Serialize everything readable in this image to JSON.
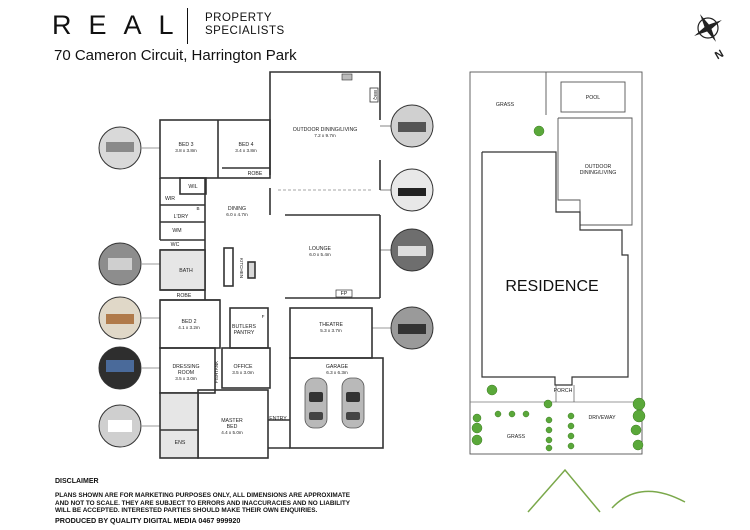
{
  "brand": {
    "name": "REAL",
    "sub_line1": "PROPERTY",
    "sub_line2": "SPECIALISTS"
  },
  "address": "70 Cameron Circuit, Harrington Park",
  "compass_label": "N",
  "floorplan_rooms": {
    "bed3": {
      "name": "BED 3",
      "size": "3.8 x 3.8m"
    },
    "bed4": {
      "name": "BED 4",
      "size": "3.4 x 3.8m"
    },
    "outdoor": {
      "name": "OUTDOOR DINING/LIVING",
      "size": "7.2 x 9.7m"
    },
    "bbq": "BBQ",
    "robe_bed4": "ROBE",
    "wil": "WIL",
    "wir": "WIR",
    "dining": {
      "name": "DINING",
      "size": "6.0 x 4.7m"
    },
    "lory": "L'DRY",
    "b": "B",
    "wm": "WM",
    "wc": "WC",
    "lounge": {
      "name": "LOUNGE",
      "size": "6.0 x 5.4m"
    },
    "kitchen": "KITCHEN",
    "bath": "BATH",
    "robe_bed2": "ROBE",
    "fp": "FP",
    "bed2": {
      "name": "BED 2",
      "size": "4.1 x 3.2m"
    },
    "butlers_line1": "BUTLERS",
    "butlers_line2": "PANTRY",
    "f": "F",
    "theatre": {
      "name": "THEATRE",
      "size": "5.3 x 3.7m"
    },
    "dressing_line1": "DRESSING",
    "dressing_line2": "ROOM",
    "dressing_size": "3.5 x 3.0m",
    "fishtank": "FISHTANK",
    "office": {
      "name": "OFFICE",
      "size": "3.5 x 3.0m"
    },
    "garage": {
      "name": "GARAGE",
      "size": "6.3 x 6.3m"
    },
    "master_line1": "MASTER",
    "master_line2": "BED",
    "master_size": "4.4 x 5.0m",
    "entry": "ENTRY",
    "ens": "ENS"
  },
  "siteplan": {
    "grass_top": "GRASS",
    "pool": "POOL",
    "outdoor_line1": "OUTDOOR",
    "outdoor_line2": "DINING/LIVING",
    "residence": "RESIDENCE",
    "porch": "PORCH",
    "driveway": "DRIVEWAY",
    "grass_bottom": "GRASS"
  },
  "disclaimer": {
    "title": "DISCLAIMER",
    "text": "PLANS SHOWN ARE FOR MARKETING PURPOSES ONLY, ALL DIMENSIONS ARE APPROXIMATE AND NOT TO SCALE. THEY ARE SUBJECT TO ERRORS AND INACCURACIES AND NO LIABILITY WILL BE ACCEPTED. INTERESTED PARTIES SHOULD MAKE THEIR OWN ENQUIRIES.",
    "produced_by": "PRODUCED BY QUALITY DIGITAL MEDIA 0467 999920"
  },
  "colors": {
    "wall": "#333333",
    "wet_area": "#e6e6e6",
    "tree": "#5aa83a",
    "thumb_dark": "#2e2e2e",
    "logo_line": "#7aa84a"
  }
}
